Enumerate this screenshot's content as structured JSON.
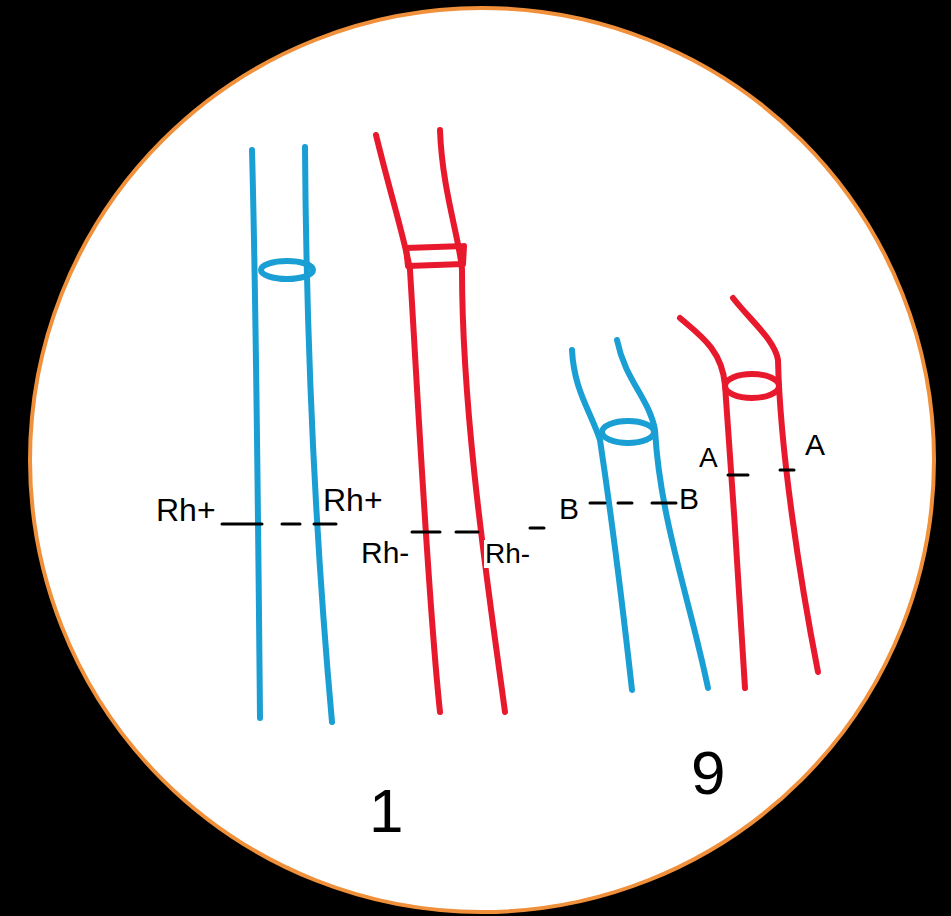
{
  "diagram": {
    "labels": [
      "Rh+",
      "Rh+",
      "Rh-",
      "Rh-",
      "B",
      "B",
      "A",
      "A",
      "1",
      "9"
    ]
  }
}
